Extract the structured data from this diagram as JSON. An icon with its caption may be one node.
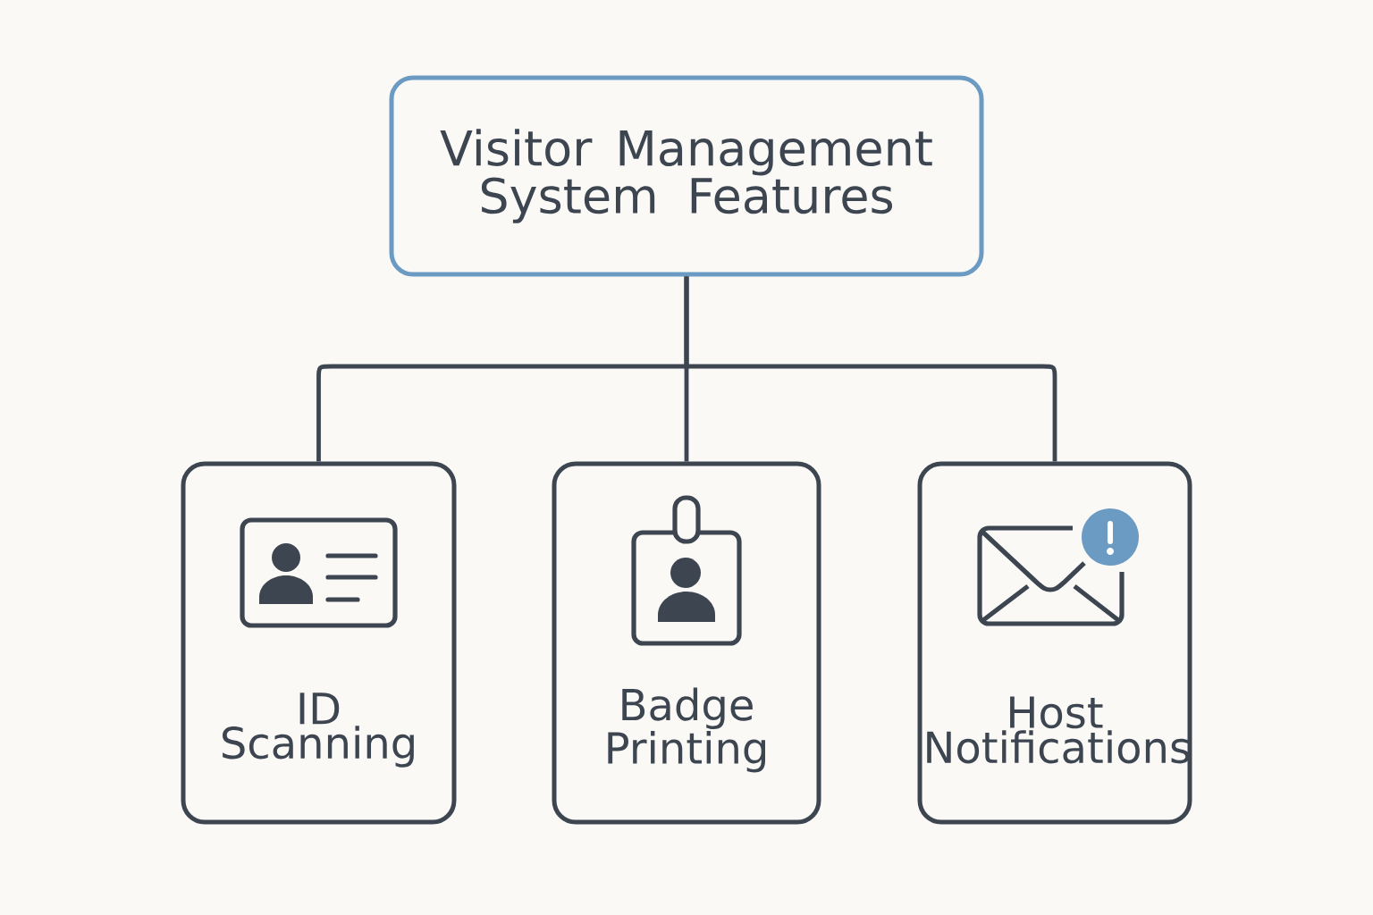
{
  "diagram": {
    "nodes": [
      {
        "text": [
          "Visitor Management System Features"
        ]
      },
      {
        "text": [
          "ID Scanning"
        ]
      },
      {
        "text": [
          "Badge Printing"
        ]
      },
      {
        "text": [
          "Host Notifications"
        ]
      }
    ],
    "edges": [
      {
        "from": 0,
        "to": 1,
        "arrow": "none"
      },
      {
        "from": 0,
        "to": 2,
        "arrow": "none"
      },
      {
        "from": 0,
        "to": 3,
        "arrow": "none"
      }
    ]
  }
}
